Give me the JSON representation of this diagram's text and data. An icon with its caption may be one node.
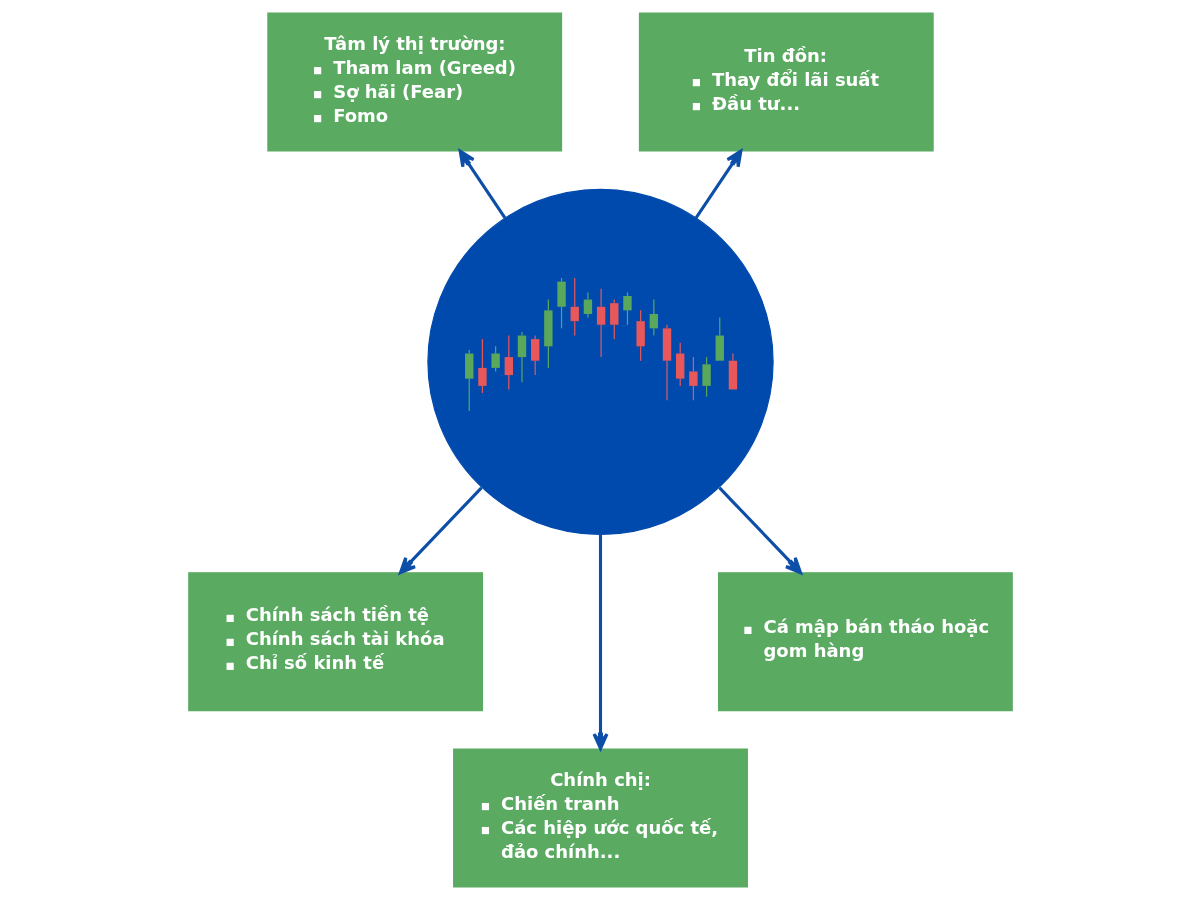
{
  "diagram": {
    "nodes": [
      {
        "text": [
          "Tâm lý thị trường:",
          "Tham lam (Greed)",
          "Sợ hãi (Fear)",
          "Fomo"
        ]
      },
      {
        "text": [
          "Tin đồn:",
          "Thay đổi lãi suất",
          "Đầu tư..."
        ]
      },
      {
        "text": [],
        "shape": "circle"
      },
      {
        "text": [
          "Chính sách tiền tệ",
          "Chính sách tài khóa",
          "Chỉ số kinh tế"
        ]
      },
      {
        "text": [
          "Cá mập bán tháo hoặc gom hàng"
        ]
      },
      {
        "text": [
          "Chính chị:",
          "Chiến tranh",
          "Các hiệp ước quốc tế, đảo chính..."
        ]
      }
    ],
    "edges": [
      {
        "from": 2,
        "to": 0,
        "arrow": "to"
      },
      {
        "from": 2,
        "to": 1,
        "arrow": "to"
      },
      {
        "from": 2,
        "to": 3,
        "arrow": "to"
      },
      {
        "from": 2,
        "to": 5,
        "arrow": "to"
      },
      {
        "from": 2,
        "to": 4,
        "arrow": "to"
      }
    ]
  }
}
